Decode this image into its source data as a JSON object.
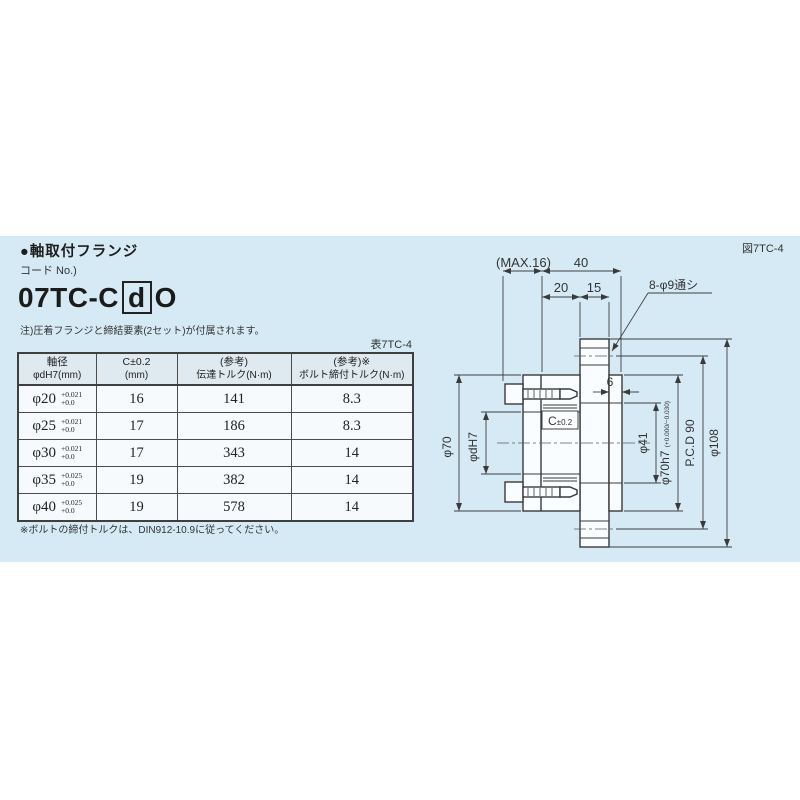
{
  "header": {
    "title": "●軸取付フランジ",
    "code_label": "コード No.)",
    "model": {
      "prefix": "07TC-C",
      "boxed": "d",
      "suffix": "O"
    },
    "note": "注)圧着フランジと締結要素(2セット)が付属されます。"
  },
  "table": {
    "caption": "表7TC-4",
    "headers": [
      {
        "l1": "軸径",
        "l2": "φdH7(mm)"
      },
      {
        "l1": "C±0.2",
        "l2": "(mm)"
      },
      {
        "l1": "(参考)",
        "l2": "伝達トルク(N·m)"
      },
      {
        "l1": "(参考)※",
        "l2": "ボルト締付トルク(N·m)"
      }
    ],
    "rows": [
      {
        "dia": "φ20",
        "tol_upper": "+0.021",
        "tol_lower": "+0.0",
        "c": "16",
        "torque": "141",
        "bolt_torque": "8.3"
      },
      {
        "dia": "φ25",
        "tol_upper": "+0.021",
        "tol_lower": "+0.0",
        "c": "17",
        "torque": "186",
        "bolt_torque": "8.3"
      },
      {
        "dia": "φ30",
        "tol_upper": "+0.021",
        "tol_lower": "+0.0",
        "c": "17",
        "torque": "343",
        "bolt_torque": "14"
      },
      {
        "dia": "φ35",
        "tol_upper": "+0.025",
        "tol_lower": "+0.0",
        "c": "19",
        "torque": "382",
        "bolt_torque": "14"
      },
      {
        "dia": "φ40",
        "tol_upper": "+0.025",
        "tol_lower": "+0.0",
        "c": "19",
        "torque": "578",
        "bolt_torque": "14"
      }
    ],
    "footnote": "※ボルトの締付トルクは、DIN912-10.9に従ってください。"
  },
  "drawing": {
    "fig_label": "図7TC-4",
    "dims": {
      "max16": "(MAX.16)",
      "d40": "40",
      "d20": "20",
      "d15": "15",
      "holes": "8-φ9通シ",
      "d6": "6",
      "dia70": "φ70",
      "dia_dH7": "φdH7",
      "c_label": "C",
      "c_tol": "±0.2",
      "dia41": "φ41",
      "dia70h7": "φ70h7 ",
      "dia70h7_tol": "(+0.000/−0.030)",
      "pcd90": "P.C.D 90",
      "dia108": "φ108"
    }
  },
  "colors": {
    "panel_bg": "#d6eaf5",
    "table_header_bg": "#dee9f0",
    "table_cell_bg": "#f7fafc",
    "line": "#3a3a3a"
  }
}
